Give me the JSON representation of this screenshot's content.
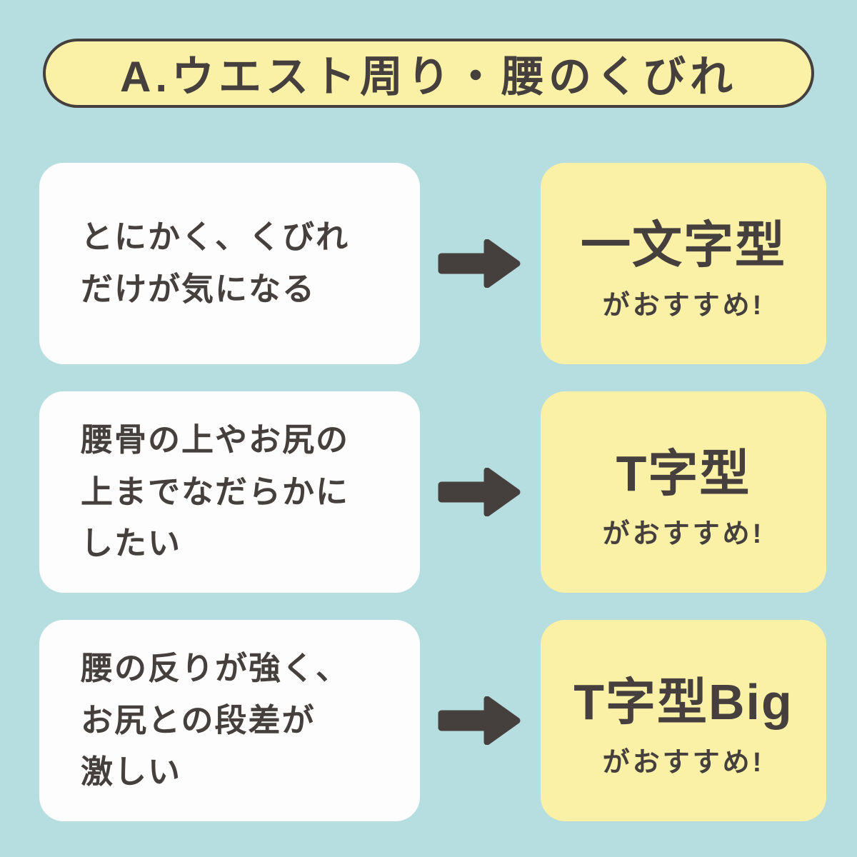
{
  "colors": {
    "background": "#b6dee0",
    "panel_yellow": "#faf0a6",
    "panel_white": "#fdfdfd",
    "ink": "#45403d"
  },
  "header": {
    "title": "A.ウエスト周り・腰のくびれ"
  },
  "rows": [
    {
      "condition": "とにかく、くびれ\nだけが気になる",
      "recommendation": "一文字型",
      "recommendation_note": "がおすすめ!"
    },
    {
      "condition": "腰骨の上やお尻の\n上までなだらかに\nしたい",
      "recommendation": "T字型",
      "recommendation_note": "がおすすめ!"
    },
    {
      "condition": "腰の反りが強く、\nお尻との段差が\n激しい",
      "recommendation": "T字型Big",
      "recommendation_note": "がおすすめ!"
    }
  ],
  "icons": {
    "arrow": "right-arrow-icon"
  }
}
